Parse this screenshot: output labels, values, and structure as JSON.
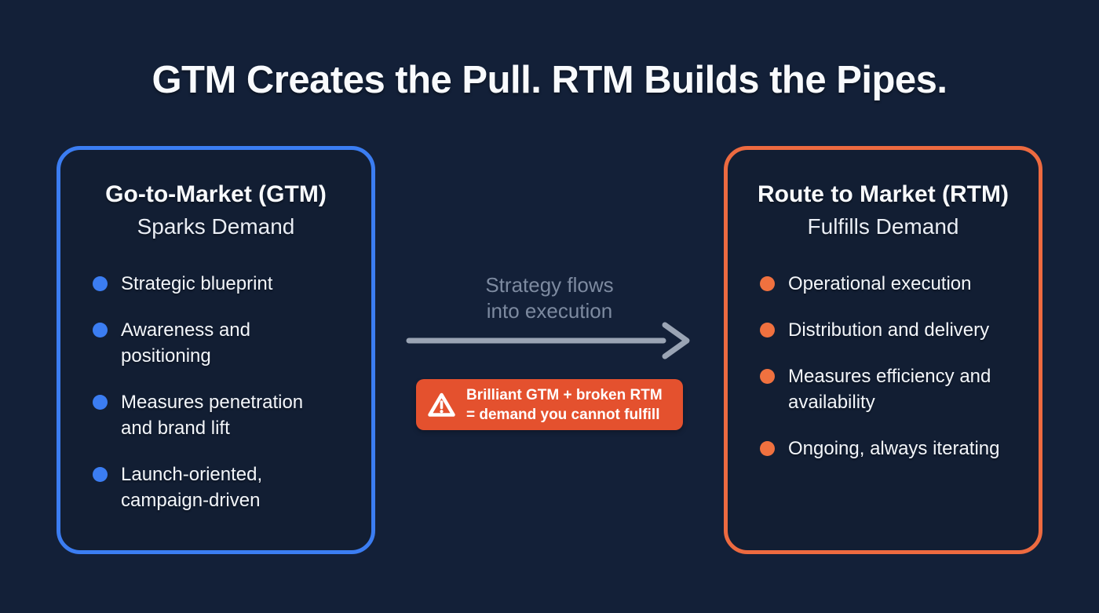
{
  "title": "GTM Creates the Pull. RTM Builds the Pipes.",
  "left_card": {
    "title": "Go-to-Market (GTM)",
    "subtitle": "Sparks Demand",
    "accent_color": "#3b7df2",
    "bullets": [
      "Strategic blueprint",
      "Awareness and positioning",
      "Measures penetration and brand lift",
      "Launch-oriented, campaign-driven"
    ]
  },
  "right_card": {
    "title": "Route to Market (RTM)",
    "subtitle": "Fulfills Demand",
    "accent_color": "#ed6a40",
    "bullets": [
      "Operational execution",
      "Distribution and delivery",
      "Measures efficiency and availability",
      "Ongoing, always iterating"
    ]
  },
  "center": {
    "flow_label": "Strategy flows into execution",
    "flow_label_color": "#7d8aa0",
    "arrow_color": "#9aa4b4",
    "warning_text": "Brilliant GTM + broken RTM = demand you cannot fulfill",
    "warning_bg_color": "#e4512e",
    "warning_icon": "warning-triangle-icon"
  },
  "colors": {
    "background": "#132038",
    "heading_text": "#f8fafd",
    "body_text": "#f3f6fa"
  }
}
